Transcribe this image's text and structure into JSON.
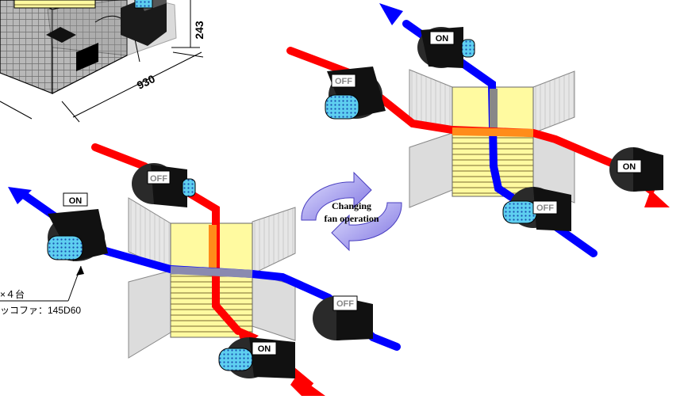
{
  "dimensions": {
    "height": "243",
    "width": "930"
  },
  "center_label": {
    "line1": "Changing",
    "line2": "fan operation"
  },
  "left_unit": {
    "fan_top": "OFF",
    "fan_left": "ON",
    "fan_right": "OFF",
    "fan_bottom": "ON"
  },
  "right_unit": {
    "fan_top": "ON",
    "fan_left": "OFF",
    "fan_right": "ON",
    "fan_bottom": "OFF"
  },
  "annotation": {
    "line1": "×４台",
    "line2": "ッコファ：145D60"
  },
  "colors": {
    "hot": "#ff0000",
    "cold": "#0000ff",
    "mixed": "#ff8c1a",
    "core": "#fffaa0",
    "fan_body": "#2a2a2a",
    "fan_hub": "#5ecff0"
  }
}
